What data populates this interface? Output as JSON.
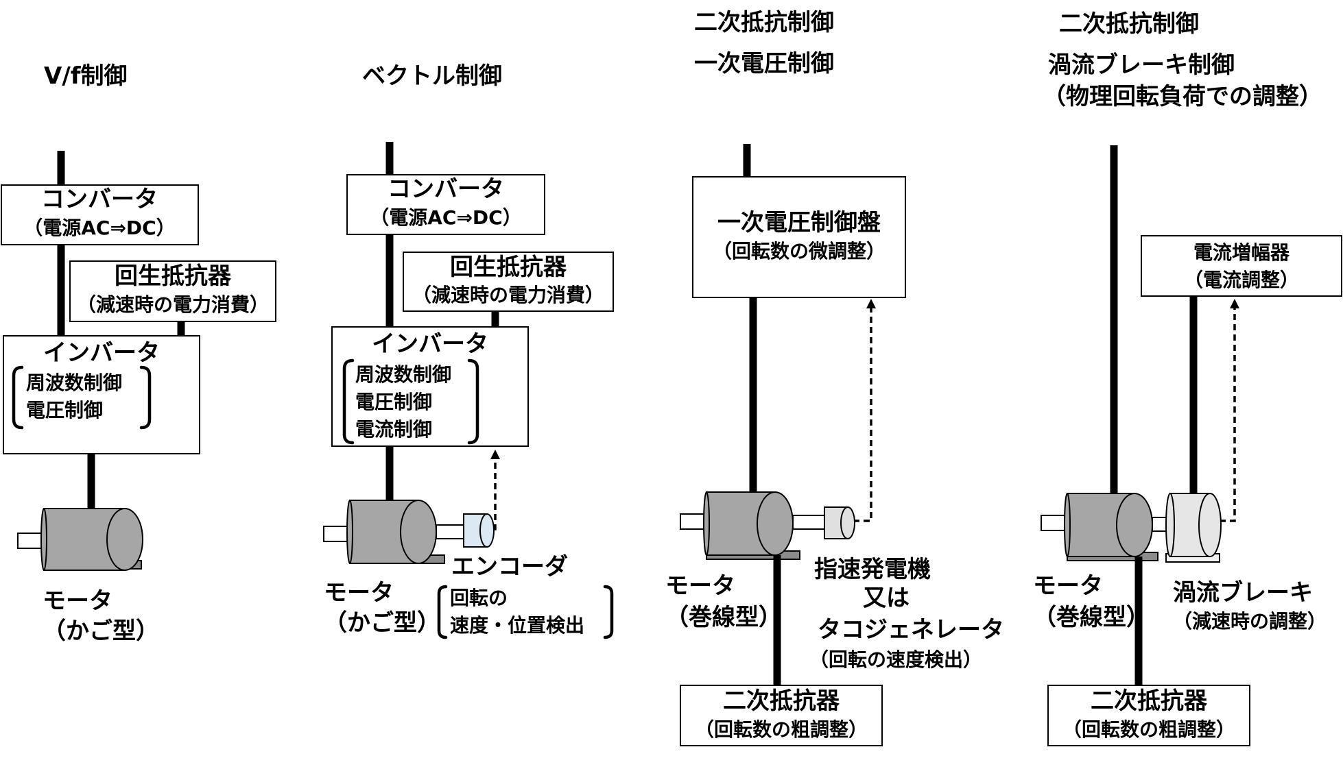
{
  "columns": [
    {
      "titles": [
        "V/f制御"
      ],
      "converter": {
        "label": "コンバータ",
        "sub": "（電源AC⇒DC）"
      },
      "regen": {
        "label": "回生抵抗器",
        "sub": "（減速時の電力消費）"
      },
      "inverter": {
        "label": "インバータ",
        "items": [
          "周波数制御",
          "電圧制御"
        ]
      },
      "motor": {
        "label": "モータ",
        "sub": "（かご型）"
      }
    },
    {
      "titles": [
        "ベクトル制御"
      ],
      "converter": {
        "label": "コンバータ",
        "sub": "（電源AC⇒DC）"
      },
      "regen": {
        "label": "回生抵抗器",
        "sub": "（減速時の電力消費）"
      },
      "inverter": {
        "label": "インバータ",
        "items": [
          "周波数制御",
          "電圧制御",
          "電流制御"
        ]
      },
      "motor": {
        "label": "モータ",
        "sub": "（かご型）"
      },
      "encoder": {
        "label": "エンコーダ",
        "items": [
          "回転の",
          "速度・位置検出"
        ]
      }
    },
    {
      "titles": [
        "二次抵抗制御",
        "一次電圧制御"
      ],
      "panel": {
        "label": "一次電圧制御盤",
        "sub": "（回転数の微調整）"
      },
      "motor": {
        "label": "モータ",
        "sub": "（巻線型）"
      },
      "generator": {
        "lines": [
          "指速発電機",
          "又は",
          "タコジェネレータ"
        ],
        "sub": "（回転の速度検出）"
      },
      "resistor": {
        "label": "二次抵抗器",
        "sub": "（回転数の粗調整）"
      }
    },
    {
      "titles": [
        "二次抵抗制御",
        "渦流ブレーキ制御",
        "（物理回転負荷での調整）"
      ],
      "amplifier": {
        "label": "電流増幅器",
        "sub": "（電流調整）"
      },
      "motor": {
        "label": "モータ",
        "sub": "（巻線型）"
      },
      "brake": {
        "label": "渦流ブレーキ",
        "sub": "（減速時の調整）"
      },
      "resistor": {
        "label": "二次抵抗器",
        "sub": "（回転数の粗調整）"
      }
    }
  ],
  "colors": {
    "motor": "#a6a6a6",
    "base": "#8c8c8c",
    "encoder": "#dce9f5",
    "generator": "#e0e0e0",
    "brake": "#e6e6e6"
  }
}
